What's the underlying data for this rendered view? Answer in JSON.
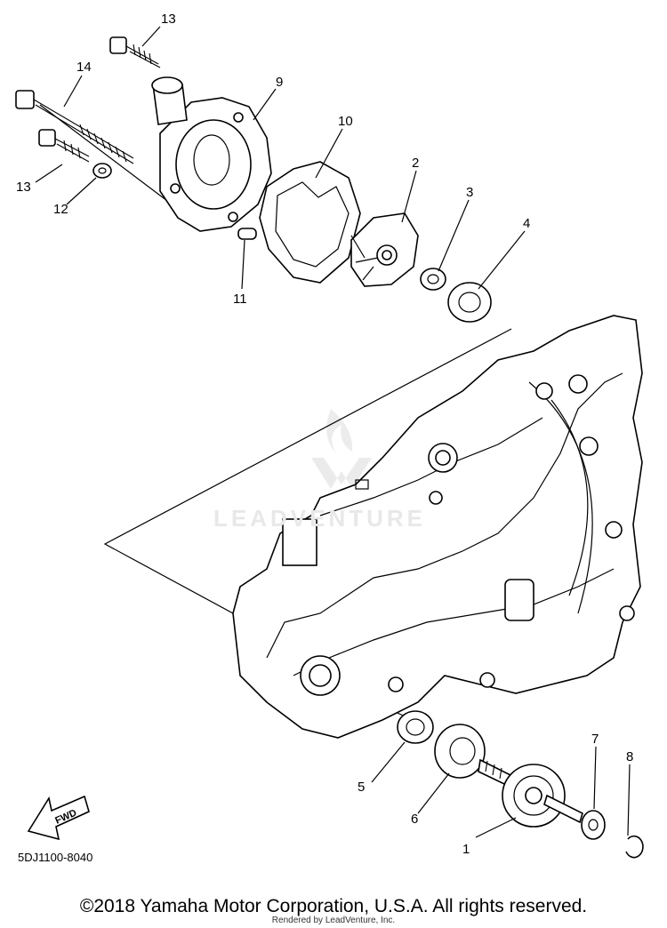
{
  "diagram": {
    "title": "",
    "callouts": [
      {
        "id": "c13a",
        "text": "13"
      },
      {
        "id": "c14",
        "text": "14"
      },
      {
        "id": "c9",
        "text": "9"
      },
      {
        "id": "c10",
        "text": "10"
      },
      {
        "id": "c2",
        "text": "2"
      },
      {
        "id": "c3",
        "text": "3"
      },
      {
        "id": "c4",
        "text": "4"
      },
      {
        "id": "c13b",
        "text": "13"
      },
      {
        "id": "c12",
        "text": "12"
      },
      {
        "id": "c11",
        "text": "11"
      },
      {
        "id": "c5",
        "text": "5"
      },
      {
        "id": "c6",
        "text": "6"
      },
      {
        "id": "c7",
        "text": "7"
      },
      {
        "id": "c8",
        "text": "8"
      },
      {
        "id": "c1",
        "text": "1"
      }
    ],
    "direction_arrow_label": "FWD",
    "reference_code": "5DJ1100-8040",
    "watermark": "LEADVENTURE"
  },
  "footer": {
    "copyright": "©2018 Yamaha Motor Corporation, U.S.A. All rights reserved.",
    "rendered_by": "Rendered by LeadVenture, Inc."
  }
}
